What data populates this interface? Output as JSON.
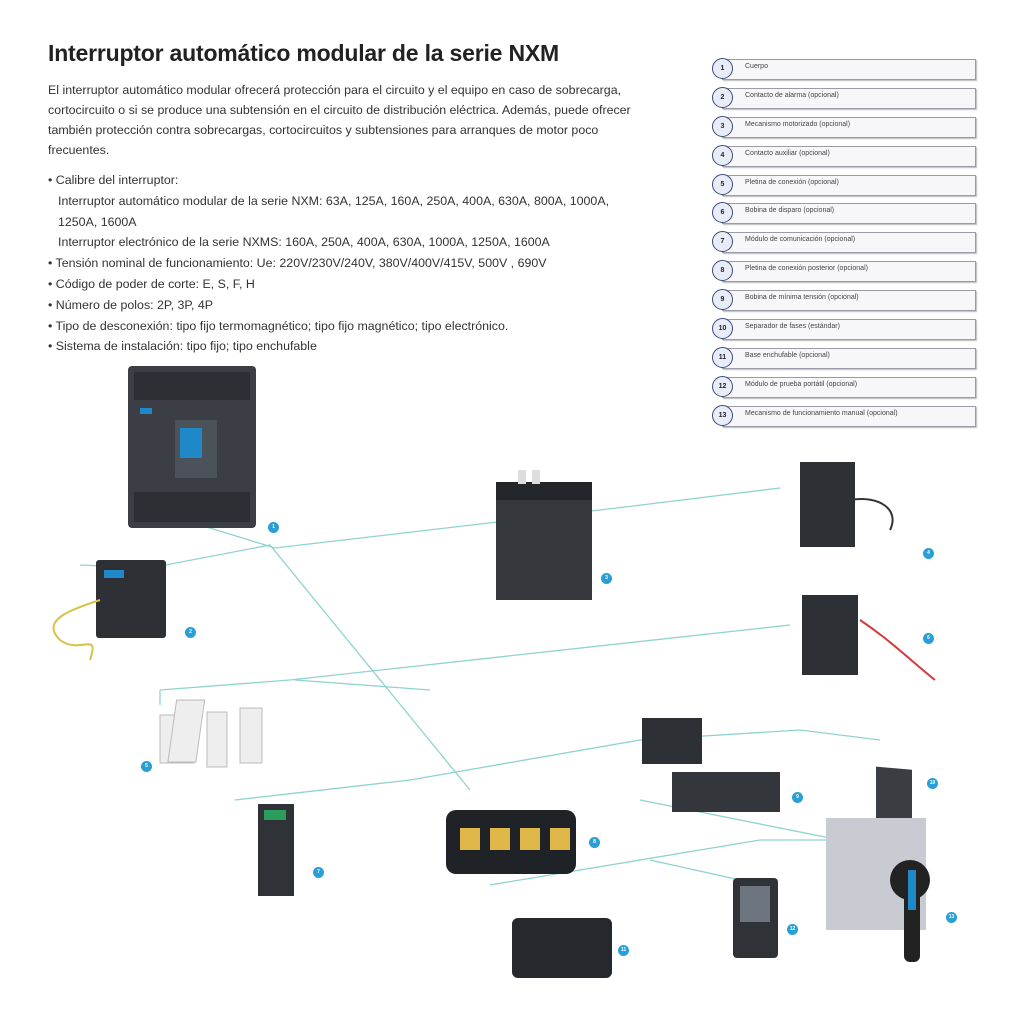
{
  "title": "Interruptor automático modular de la serie NXM",
  "intro": "El interruptor automático modular ofrecerá protección para el circuito y el equipo en caso de sobrecarga, cortocircuito o si se produce una subtensión en el circuito de distribución eléctrica. Además, puede ofrecer también protección contra sobrecargas, cortocircuitos y subtensiones para arranques de motor poco frecuentes.",
  "specs": {
    "calibre_heading": "• Calibre del interruptor:",
    "calibre_nxm": "Interruptor automático modular de la serie NXM: 63A, 125A, 160A, 250A, 400A, 630A, 800A, 1000A, 1250A, 1600A",
    "calibre_nxms": "Interruptor electrónico de la serie NXMS: 160A, 250A,  400A, 630A, 1000A, 1250A, 1600A",
    "tension": "• Tensión nominal de funcionamiento: Ue: 220V/230V/240V, 380V/400V/415V, 500V , 690V",
    "codigo": "• Código de poder de corte: E, S, F, H",
    "polos": "• Número de polos: 2P, 3P, 4P",
    "desconexion": "• Tipo de desconexión: tipo fijo termomagnético; tipo fijo magnético; tipo electrónico.",
    "instalacion": "• Sistema de instalación: tipo fijo; tipo enchufable"
  },
  "legend": [
    {
      "num": "1",
      "label": "Cuerpo"
    },
    {
      "num": "2",
      "label": "Contacto de alarma (opcional)"
    },
    {
      "num": "3",
      "label": "Mecanismo motorizado (opcional)"
    },
    {
      "num": "4",
      "label": "Contacto auxiliar (opcional)"
    },
    {
      "num": "5",
      "label": "Pletina de conexión (opcional)"
    },
    {
      "num": "6",
      "label": "Bobina de disparo (opcional)"
    },
    {
      "num": "7",
      "label": "Módulo de comunicación (opcional)"
    },
    {
      "num": "8",
      "label": "Pletina de conexión posterior (opcional)"
    },
    {
      "num": "9",
      "label": "Bobina de mínima tensión (opcional)"
    },
    {
      "num": "10",
      "label": "Separador de fases (estándar)"
    },
    {
      "num": "11",
      "label": "Base enchufable (opcional)"
    },
    {
      "num": "12",
      "label": "Módulo de prueba portátil (opcional)"
    },
    {
      "num": "13",
      "label": "Mecanismo de funcionamiento manual (opcional)"
    }
  ],
  "badges": [
    "1",
    "2",
    "3",
    "4",
    "5",
    "6",
    "7",
    "8",
    "9",
    "10",
    "11",
    "12",
    "13"
  ],
  "colors": {
    "badge": "#2a9fd6",
    "line": "#8fd3d0",
    "accent_blue": "#1e88c8"
  }
}
